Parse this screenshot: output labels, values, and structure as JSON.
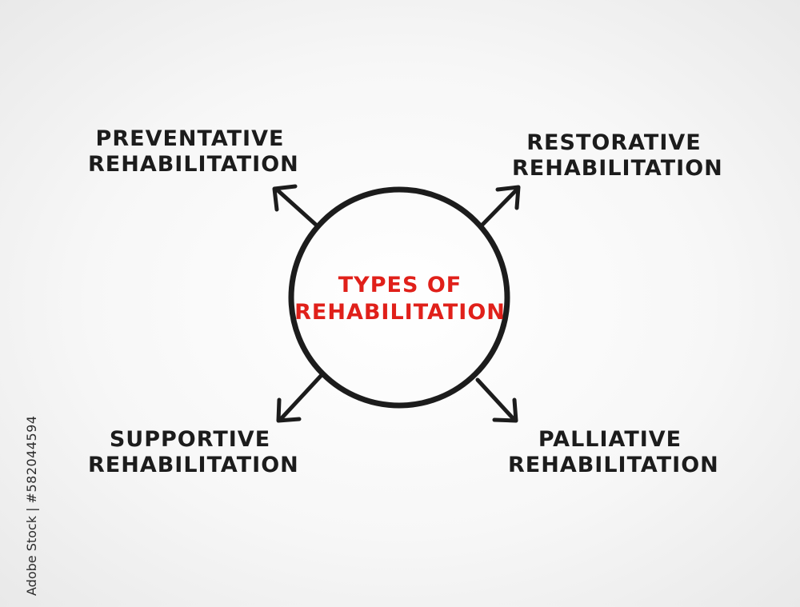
{
  "diagram": {
    "center": {
      "line1": "TYPES OF",
      "line2": "REHABILITATION",
      "color": "#e0201a"
    },
    "branches": [
      {
        "line1": "PREVENTATIVE",
        "line2": "REHABILITATION"
      },
      {
        "line1": "RESTORATIVE",
        "line2": "REHABILITATION"
      },
      {
        "line1": "SUPPORTIVE",
        "line2": "REHABILITATION"
      },
      {
        "line1": "PALLIATIVE",
        "line2": "REHABILITATION"
      }
    ],
    "stroke_color": "#1c1c1c"
  },
  "watermark": {
    "brand": "Adobe Stock",
    "separator": "|",
    "id": "#582044594"
  }
}
